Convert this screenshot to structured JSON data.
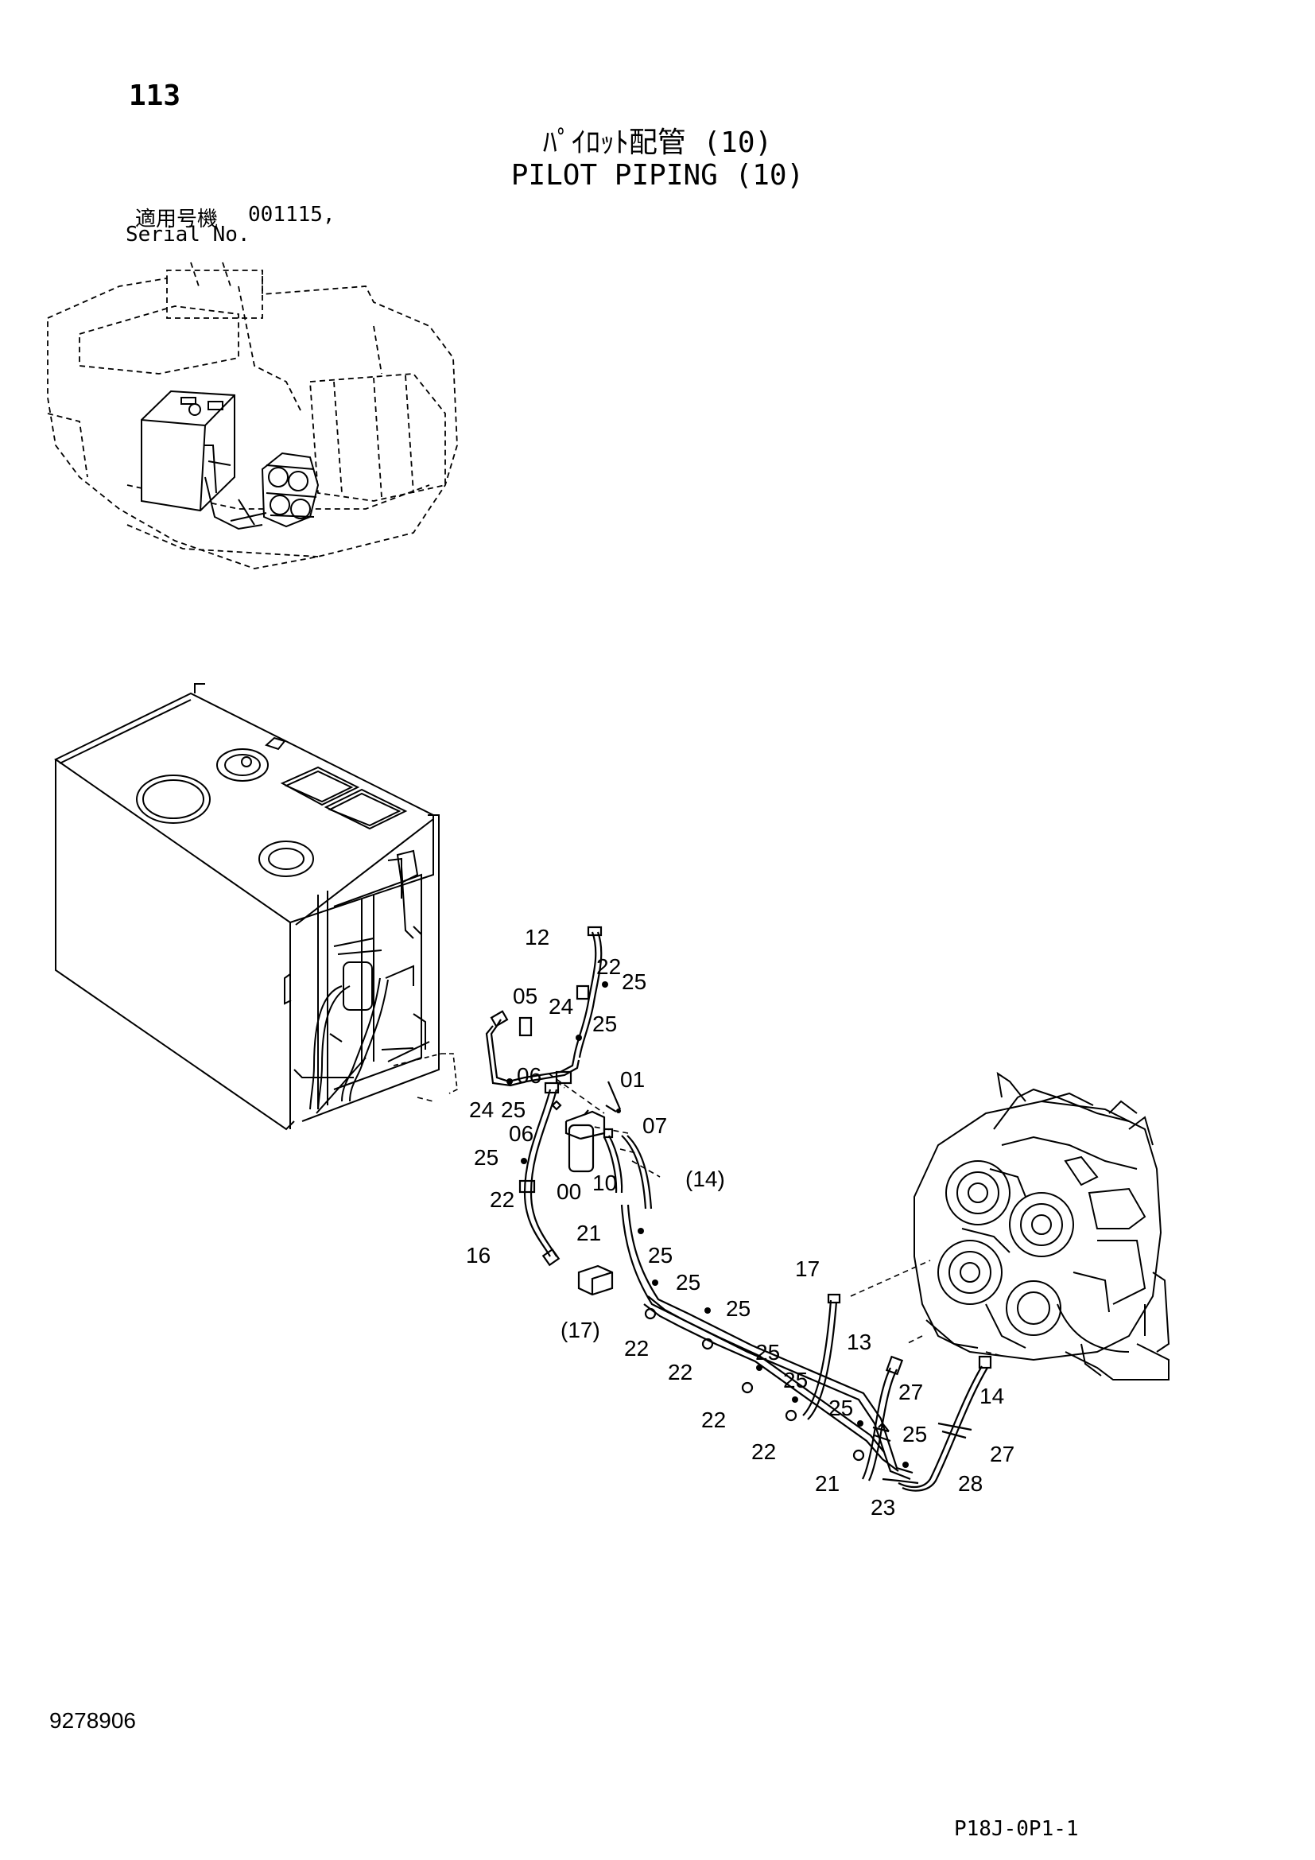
{
  "header": {
    "page_number": "113",
    "title_jp": "ﾊﾟｲﾛｯﾄ配管 (10)",
    "title_en": "PILOT PIPING (10)",
    "serial_label_jp": "適用号機",
    "serial_value": "001115,",
    "serial_label_en": "Serial No."
  },
  "callouts": [
    "12",
    "22",
    "25",
    "05",
    "24",
    "25",
    "06",
    "01",
    "24",
    "25",
    "07",
    "06",
    "25",
    "00",
    "10",
    "(14)",
    "22",
    "21",
    "25",
    "16",
    "25",
    "17",
    "25",
    "(17)",
    "22",
    "25",
    "13",
    "22",
    "25",
    "27",
    "25",
    "14",
    "22",
    "22",
    "25",
    "27",
    "21",
    "28",
    "23"
  ],
  "footer": {
    "doc_number": "9278906",
    "page_code": "P18J-0P1-1"
  }
}
